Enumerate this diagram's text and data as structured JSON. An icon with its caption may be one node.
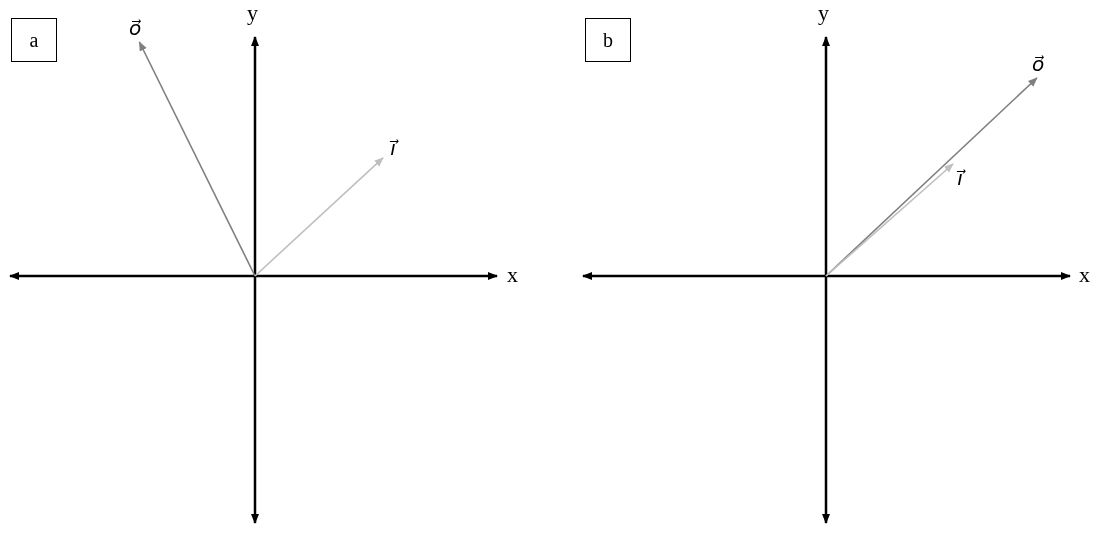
{
  "diagram": {
    "nodes": [
      {
        "text": [
          "a"
        ]
      },
      {
        "text": [
          "o⃗"
        ]
      },
      {
        "text": [
          "ı⃗"
        ]
      },
      {
        "text": [
          "b"
        ]
      },
      {
        "text": [
          "o⃗"
        ]
      },
      {
        "text": [
          "ı⃗"
        ]
      }
    ],
    "edges": [
      {
        "from": null,
        "to": 1,
        "arrow": "to",
        "color": "#7f7f7f"
      },
      {
        "from": null,
        "to": 2,
        "arrow": "to",
        "color": "#bfbfbf"
      },
      {
        "from": null,
        "to": 4,
        "arrow": "to",
        "color": "#7f7f7f"
      },
      {
        "from": null,
        "to": 5,
        "arrow": "to",
        "color": "#bfbfbf"
      }
    ],
    "labels": [
      "y",
      "x",
      "y",
      "x"
    ]
  }
}
